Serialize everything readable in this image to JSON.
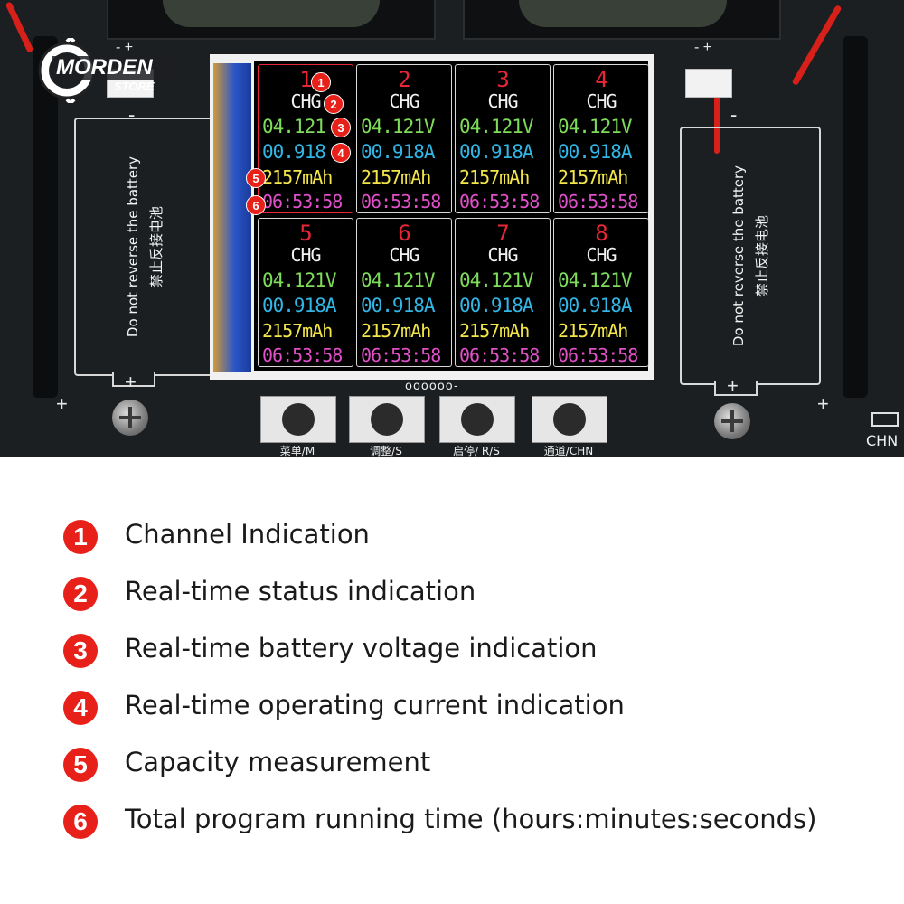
{
  "brand": {
    "logo_name": "MORDEN",
    "logo_sub": "STORE"
  },
  "battery_holder": {
    "warning_en": "Do not reverse the battery",
    "warning_cn": "禁止反接电池"
  },
  "polarity": {
    "minus": "-",
    "plus": "+"
  },
  "connector_label": "- +",
  "side_label": "CHN",
  "dots_label": "oooooo-",
  "channels": [
    {
      "num": "1",
      "status": "CHG",
      "voltage": "04.121",
      "current": "00.918",
      "capacity": "2157mAh",
      "time": "06:53:58"
    },
    {
      "num": "2",
      "status": "CHG",
      "voltage": "04.121V",
      "current": "00.918A",
      "capacity": "2157mAh",
      "time": "06:53:58"
    },
    {
      "num": "3",
      "status": "CHG",
      "voltage": "04.121V",
      "current": "00.918A",
      "capacity": "2157mAh",
      "time": "06:53:58"
    },
    {
      "num": "4",
      "status": "CHG",
      "voltage": "04.121V",
      "current": "00.918A",
      "capacity": "2157mAh",
      "time": "06:53:58"
    },
    {
      "num": "5",
      "status": "CHG",
      "voltage": "04.121V",
      "current": "00.918A",
      "capacity": "2157mAh",
      "time": "06:53:58"
    },
    {
      "num": "6",
      "status": "CHG",
      "voltage": "04.121V",
      "current": "00.918A",
      "capacity": "2157mAh",
      "time": "06:53:58"
    },
    {
      "num": "7",
      "status": "CHG",
      "voltage": "04.121V",
      "current": "00.918A",
      "capacity": "2157mAh",
      "time": "06:53:58"
    },
    {
      "num": "8",
      "status": "CHG",
      "voltage": "04.121V",
      "current": "00.918A",
      "capacity": "2157mAh",
      "time": "06:53:58"
    }
  ],
  "badges": [
    "1",
    "2",
    "3",
    "4",
    "5",
    "6"
  ],
  "buttons": [
    {
      "label": "菜单/M"
    },
    {
      "label": "调整/S"
    },
    {
      "label": "启停/ R/S"
    },
    {
      "label": "通道/CHN"
    }
  ],
  "legend": [
    {
      "num": "1",
      "text": "Channel Indication"
    },
    {
      "num": "2",
      "text": "Real-time status indication"
    },
    {
      "num": "3",
      "text": "Real-time battery voltage indication"
    },
    {
      "num": "4",
      "text": "Real-time operating current indication"
    },
    {
      "num": "5",
      "text": "Capacity measurement"
    },
    {
      "num": "6",
      "text": "Total program running time (hours:minutes:seconds)"
    }
  ],
  "colors": {
    "accent_red": "#e8201a",
    "voltage": "#7edc5a",
    "current": "#32b6e6",
    "capacity": "#f3e64a",
    "time": "#e050c8",
    "channel_num": "#e8263a"
  }
}
